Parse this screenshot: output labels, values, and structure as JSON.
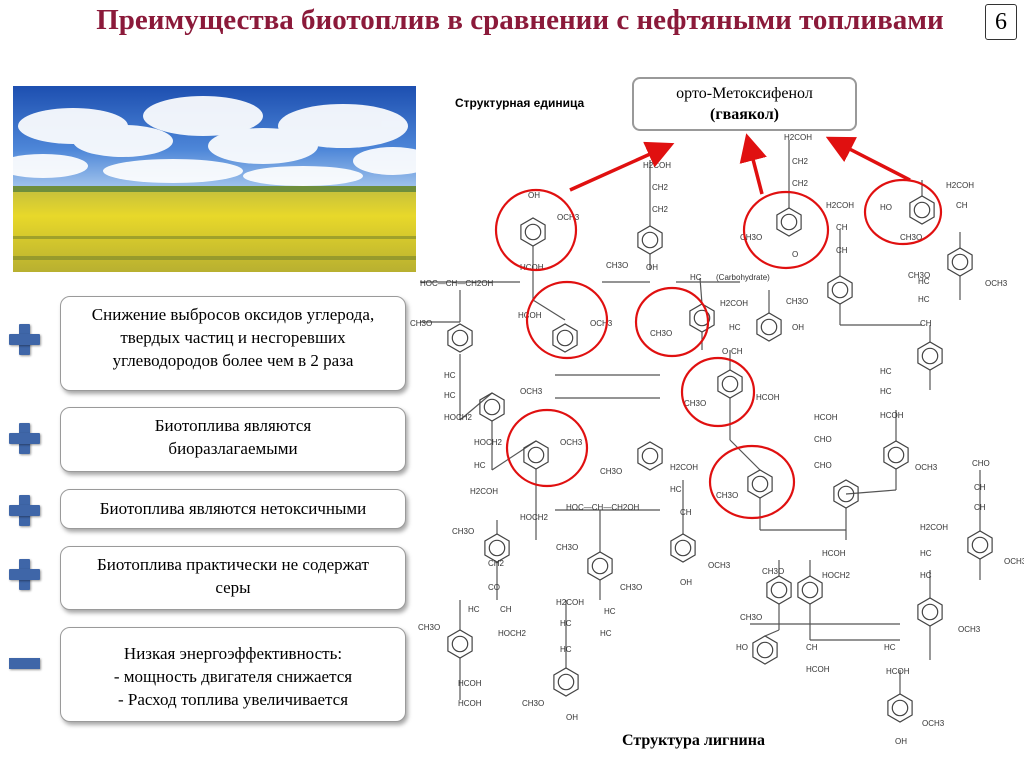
{
  "title": "Преимущества биотоплив в сравнении с нефтяными топливами",
  "page_number": "6",
  "cards": [
    {
      "sign": "plus",
      "lines": [
        "Снижение выбросов оксидов углерода,",
        "твердых частиц и несгоревших",
        "углеводородов более чем в 2 раза"
      ]
    },
    {
      "sign": "plus",
      "lines": [
        "Биотоплива являются",
        "биоразлагаемыми"
      ]
    },
    {
      "sign": "plus",
      "lines": [
        "Биотоплива являются  нетоксичными"
      ]
    },
    {
      "sign": "plus",
      "lines": [
        "Биотоплива практически не содержат",
        "серы"
      ]
    },
    {
      "sign": "minus",
      "lines": [
        "Низкая энергоэффективность:",
        "- мощность двигателя снижается",
        "- Расход топлива увеличивается"
      ]
    }
  ],
  "structural_unit_label": "Структурная единица",
  "guaiacol_box": {
    "line1": "орто-Метоксифенол",
    "line2": "(гваякол)"
  },
  "lignin_caption": "Структура лигнина",
  "diagram_labels": {
    "oh": "OH",
    "och3": "OCH3",
    "h2coh": "H2COH",
    "hcoh": "HCOH",
    "hc": "HC",
    "ch": "CH",
    "ch2": "CH2",
    "ch3o": "CH3O",
    "ho": "HO",
    "o": "O",
    "co": "CO",
    "hoch2": "HOCH2",
    "cho": "CHO",
    "carbohydrate": "(Carbohydrate)",
    "hoc_chain": "HOC—CH—CH2OH"
  },
  "colors": {
    "title": "#8b1a3a",
    "sign": "#3f66a8",
    "highlight": "#e01010"
  }
}
